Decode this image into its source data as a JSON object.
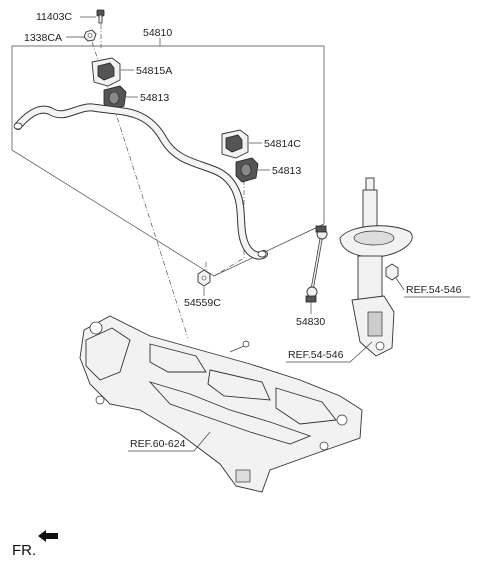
{
  "labels": {
    "bolt": "11403C",
    "nut": "1338CA",
    "stabilizer_bar": "54810",
    "bracket_a": "54815A",
    "bushing_upper": "54813",
    "bracket_c": "54814C",
    "bushing_lower": "54813",
    "link_nut": "54559C",
    "stabilizer_link": "54830"
  },
  "refs": {
    "strut_nut": "REF.54-546",
    "strut": "REF.54-546",
    "subframe": "REF.60-624"
  },
  "direction": {
    "label": "FR."
  }
}
